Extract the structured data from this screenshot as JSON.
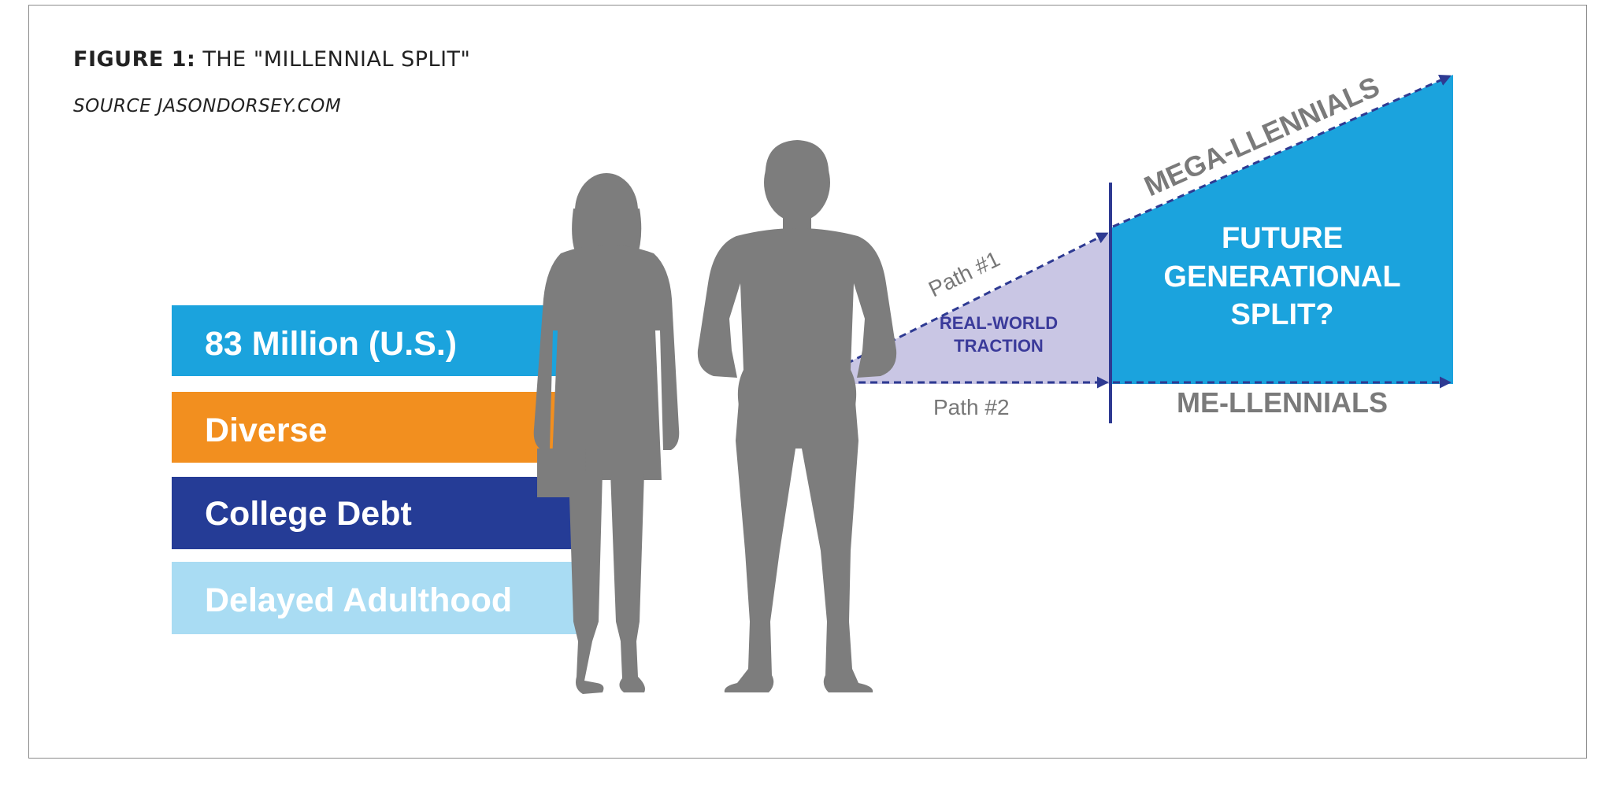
{
  "figure": {
    "label": "FIGURE 1:",
    "title": "THE \"MILLENNIAL SPLIT\"",
    "source": "SOURCE JASONDORSEY.COM"
  },
  "bars": [
    {
      "label": "83 Million (U.S.)",
      "color": "#1ba3dd"
    },
    {
      "label": "Diverse",
      "color": "#f28f1f"
    },
    {
      "label": "College Debt",
      "color": "#253c96"
    },
    {
      "label": "Delayed Adulthood",
      "color": "#a9dcf3"
    }
  ],
  "paths": {
    "path1": "Path #1",
    "path2": "Path #2",
    "traction_line1": "REAL-WORLD",
    "traction_line2": "TRACTION"
  },
  "future": {
    "line1": "FUTURE",
    "line2": "GENERATIONAL",
    "line3": "SPLIT?"
  },
  "labels": {
    "upper": "MEGA-LLENNIALS",
    "lower": "ME-LLENNIALS"
  },
  "colors": {
    "silhouette": "#7d7d7d",
    "traction_fill": "#c9c6e4",
    "future_fill": "#1ba3dd",
    "arrow_line": "#2e3a92"
  },
  "icons": [
    "woman-silhouette-icon",
    "man-silhouette-icon"
  ]
}
